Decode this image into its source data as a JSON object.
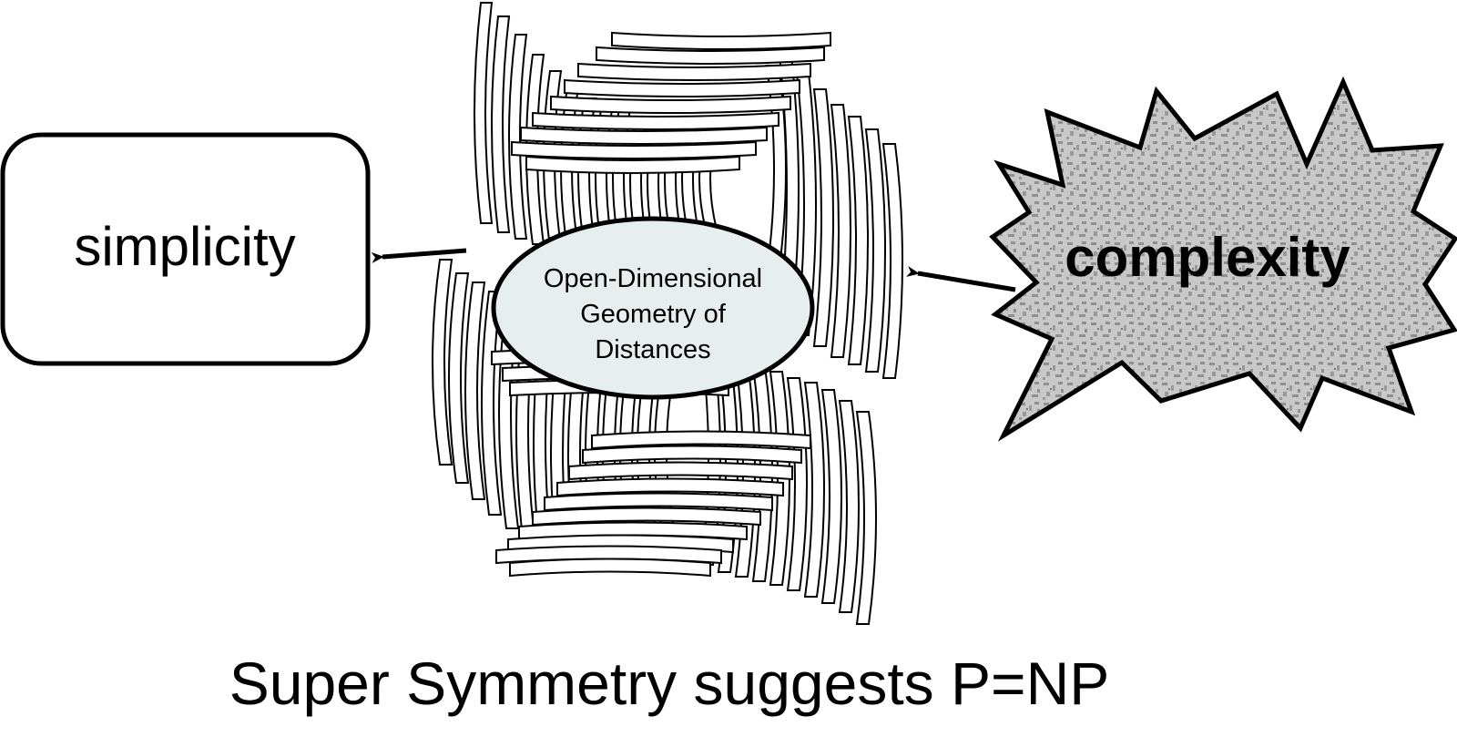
{
  "diagram": {
    "simplicity_label": "simplicity",
    "complexity_label": "complexity",
    "center_label_lines": [
      "Open-Dimensional",
      "Geometry of",
      "Distances"
    ],
    "caption": "Super Symmetry suggests P=NP",
    "colors": {
      "stroke": "#000000",
      "ellipse_fill": "#e6efee",
      "burst_fill": "#c8c8c8",
      "burst_speckle": "#8f8f8f",
      "background": "#ffffff"
    }
  }
}
